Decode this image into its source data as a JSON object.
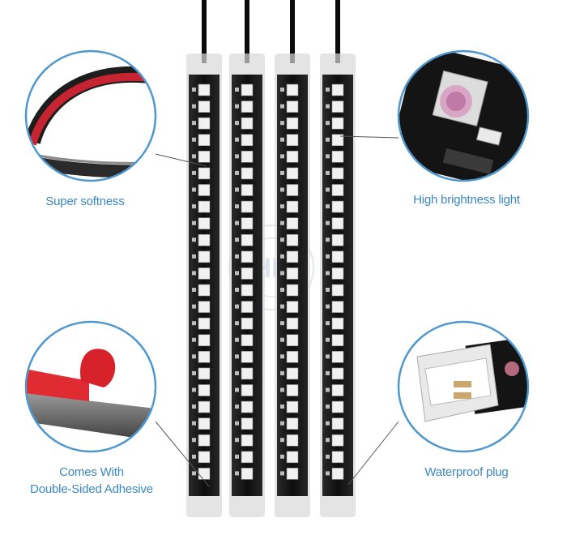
{
  "captions": {
    "softness": "Super softness",
    "brightness": "High brightness light",
    "adhesive_line1": "Comes With",
    "adhesive_line2": "Double-Sided Adhesive",
    "waterproof": "Waterproof plug"
  },
  "photo": {
    "strip_count": 4,
    "led_count_per_strip": 24
  },
  "colors": {
    "caption": "#3a87c2",
    "callout_ring": "#4f97cf",
    "strip": "#161616",
    "led_pad": "#f1f1f1",
    "adhesive_tape": "#e02b33"
  },
  "icons": [
    "watermark-logo-icon"
  ]
}
